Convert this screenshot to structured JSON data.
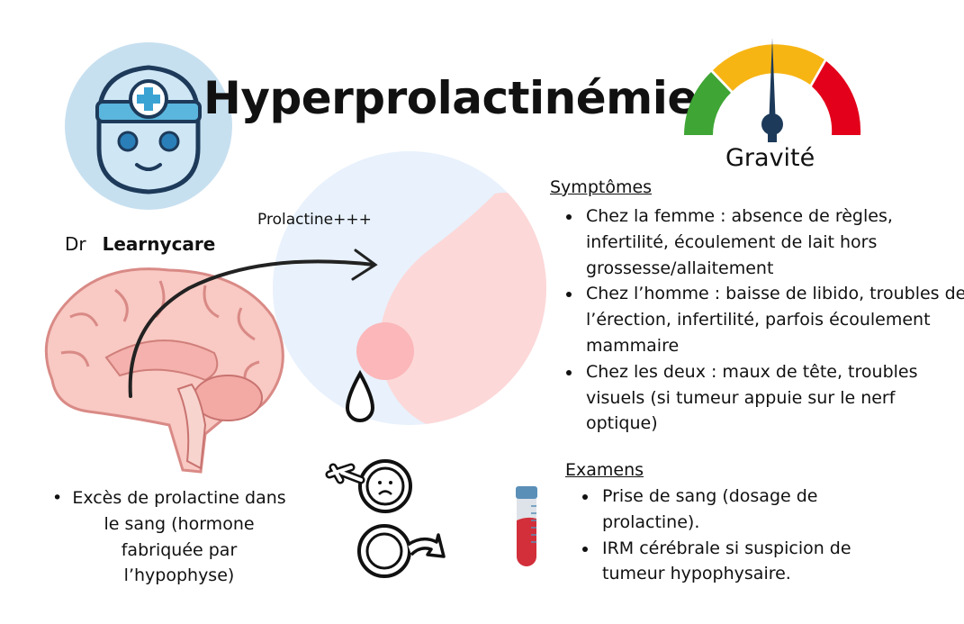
{
  "title": "Hyperprolactinémie",
  "gauge": {
    "label": "Gravité",
    "level": 0.5,
    "colors": {
      "low": "#3fa535",
      "mid": "#f7b514",
      "high": "#e3001b"
    }
  },
  "doctor": {
    "prefix": "Dr",
    "name": "Learnycare"
  },
  "diagram": {
    "arrow_label": "Prolactine+++"
  },
  "symptoms": {
    "heading": "Symptômes",
    "items": [
      "Chez la femme : absence de règles, infertilité, écoulement de lait hors grossesse/allaitement",
      "Chez l’homme : baisse de libido, troubles de l’érection, infertilité, parfois écoulement mammaire",
      "Chez les deux : maux de tête, troubles visuels (si tumeur appuie sur le nerf optique)"
    ]
  },
  "definition": {
    "bullet": "•",
    "text": "Excès de prolactine dans le sang (hormone fabriquée par l’hypophyse)"
  },
  "exams": {
    "heading": "Examens",
    "items": [
      "Prise de sang (dosage de prolactine).",
      "IRM cérébrale si suspicion de tumeur hypophysaire."
    ]
  }
}
